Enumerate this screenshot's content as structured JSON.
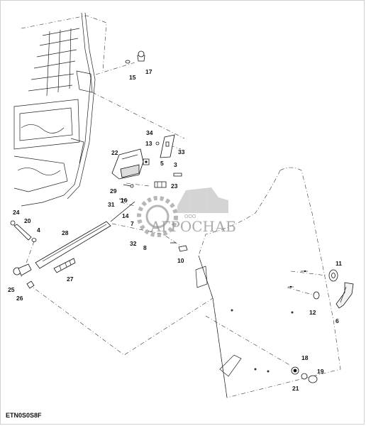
{
  "figure_code": "ETN0S0S8F",
  "watermark": {
    "company_prefix": "ООО",
    "company_name": "АГРОСНАБ"
  },
  "callouts": [
    "3",
    "4",
    "5",
    "6",
    "7",
    "8",
    "10",
    "11",
    "12",
    "13",
    "14",
    "15",
    "16",
    "17",
    "18",
    "19",
    "20",
    "21",
    "22",
    "23",
    "24",
    "25",
    "26",
    "27",
    "28",
    "29",
    "31",
    "32",
    "33",
    "34"
  ],
  "colors": {
    "line": "#222222",
    "part_fill": "#ffffff",
    "watermark": "#8f8f8f",
    "handle_fill": "#f2f2f2"
  }
}
